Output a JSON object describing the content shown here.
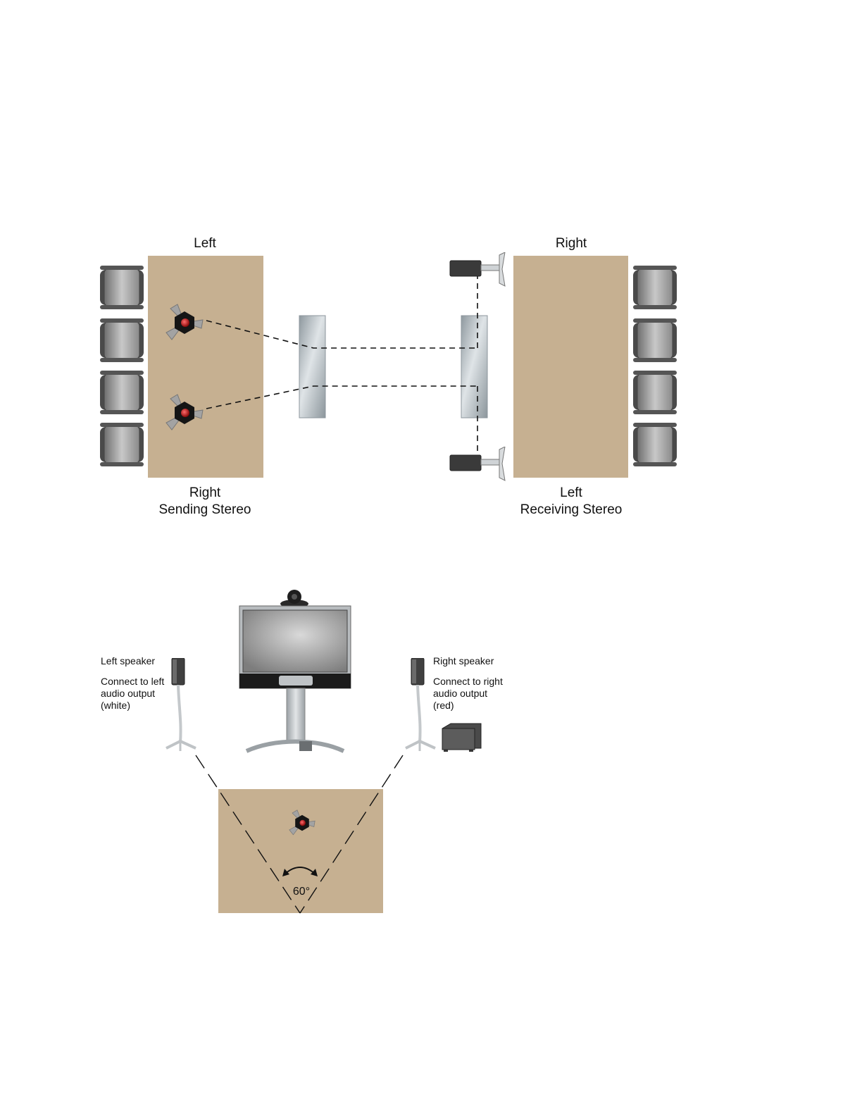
{
  "stereo_diagram": {
    "sending": {
      "top_label": "Left",
      "bottom_label": "Right",
      "caption": "Sending Stereo"
    },
    "receiving": {
      "top_label": "Right",
      "bottom_label": "Left",
      "caption": "Receiving Stereo"
    }
  },
  "speaker_diagram": {
    "left_speaker": {
      "title": "Left speaker",
      "desc_lines": [
        "Connect to left",
        "audio output",
        "(white)"
      ]
    },
    "right_speaker": {
      "title": "Right speaker",
      "desc_lines": [
        "Connect to right",
        "audio output",
        "(red)"
      ]
    },
    "angle_label": "60°"
  },
  "colors": {
    "table": "#c6b091",
    "chair_dark": "#555555",
    "chair_light": "#b4b4b4",
    "panel": "#a9b2b8"
  }
}
